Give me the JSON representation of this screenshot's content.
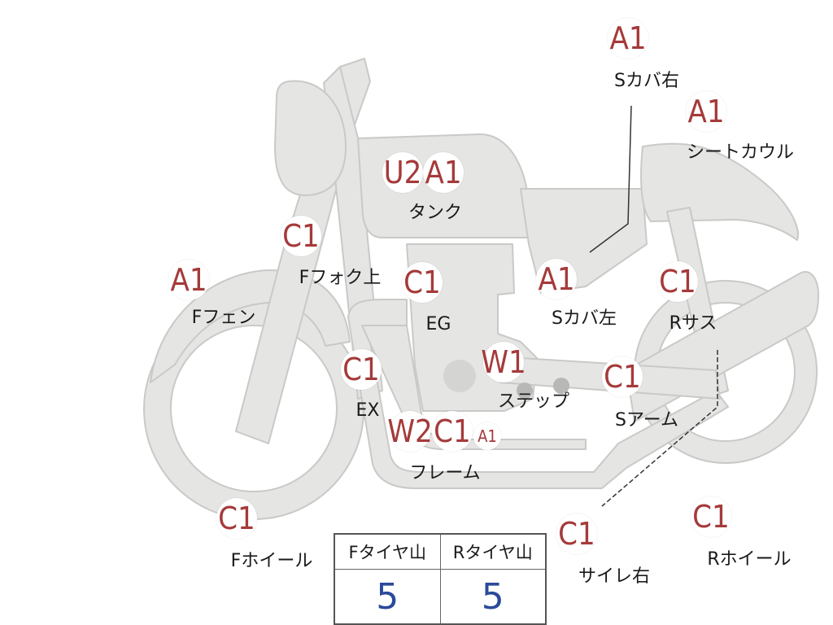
{
  "parts": [
    {
      "id": "s-cover-right",
      "grade": "A1",
      "label": "Sカバ右"
    },
    {
      "id": "seat-cowl",
      "grade": "A1",
      "label": "シートカウル"
    },
    {
      "id": "tank",
      "grades": [
        "U2",
        "A1"
      ],
      "label": "タンク"
    },
    {
      "id": "f-fork-upper",
      "grade": "C1",
      "label": "Fフォク上"
    },
    {
      "id": "f-fender",
      "grade": "A1",
      "label": "Fフェン"
    },
    {
      "id": "engine",
      "grade": "C1",
      "label": "EG"
    },
    {
      "id": "s-cover-left",
      "grade": "A1",
      "label": "Sカバ左"
    },
    {
      "id": "r-suspension",
      "grade": "C1",
      "label": "Rサス"
    },
    {
      "id": "exhaust",
      "grade": "C1",
      "label": "EX"
    },
    {
      "id": "step",
      "grade": "W1",
      "label": "ステップ"
    },
    {
      "id": "swing-arm",
      "grade": "C1",
      "label": "Sアーム"
    },
    {
      "id": "frame",
      "grades": [
        "W2",
        "C1",
        "A1"
      ],
      "label": "フレーム"
    },
    {
      "id": "f-wheel",
      "grade": "C1",
      "label": "Fホイール"
    },
    {
      "id": "muffler-right",
      "grade": "C1",
      "label": "サイレ右"
    },
    {
      "id": "r-wheel",
      "grade": "C1",
      "label": "Rホイール"
    }
  ],
  "tire_table": {
    "headers": [
      "Fタイヤ山",
      "Rタイヤ山"
    ],
    "values": [
      "5",
      "5"
    ]
  },
  "colors": {
    "body_fill": "#e5e5e3",
    "body_stroke": "#c9c9c7",
    "grade_text": "#a53a3a",
    "value_text": "#2b4a9a"
  }
}
